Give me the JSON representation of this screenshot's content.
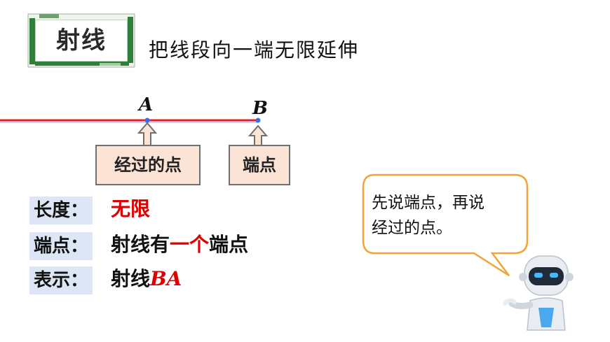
{
  "title": {
    "label": "射线",
    "description": "把线段向一端无限延伸"
  },
  "diagram": {
    "point_a": "A",
    "point_b": "B",
    "callout_through": "经过的点",
    "callout_endpoint": "端点"
  },
  "properties": [
    {
      "label": "长度：",
      "parts": [
        {
          "text": "无限",
          "style": "red"
        }
      ]
    },
    {
      "label": "端点：",
      "parts": [
        {
          "text": "射线有",
          "style": "normal"
        },
        {
          "text": "一个",
          "style": "red"
        },
        {
          "text": "端点",
          "style": "normal"
        }
      ]
    },
    {
      "label": "表示：",
      "parts": [
        {
          "text": "射线",
          "style": "normal"
        },
        {
          "text": "BA",
          "style": "italic-red"
        }
      ]
    }
  ],
  "speech_bubble": {
    "line1": "先说端点，再说",
    "line2": "经过的点。"
  },
  "colors": {
    "ray": "#e0202a",
    "point": "#3b6fe0",
    "callout_fill": "#fbe3d6",
    "label_fill": "#dde6f4",
    "badge_green": "#2f7f3a",
    "bubble_border": "#f0a43a"
  }
}
